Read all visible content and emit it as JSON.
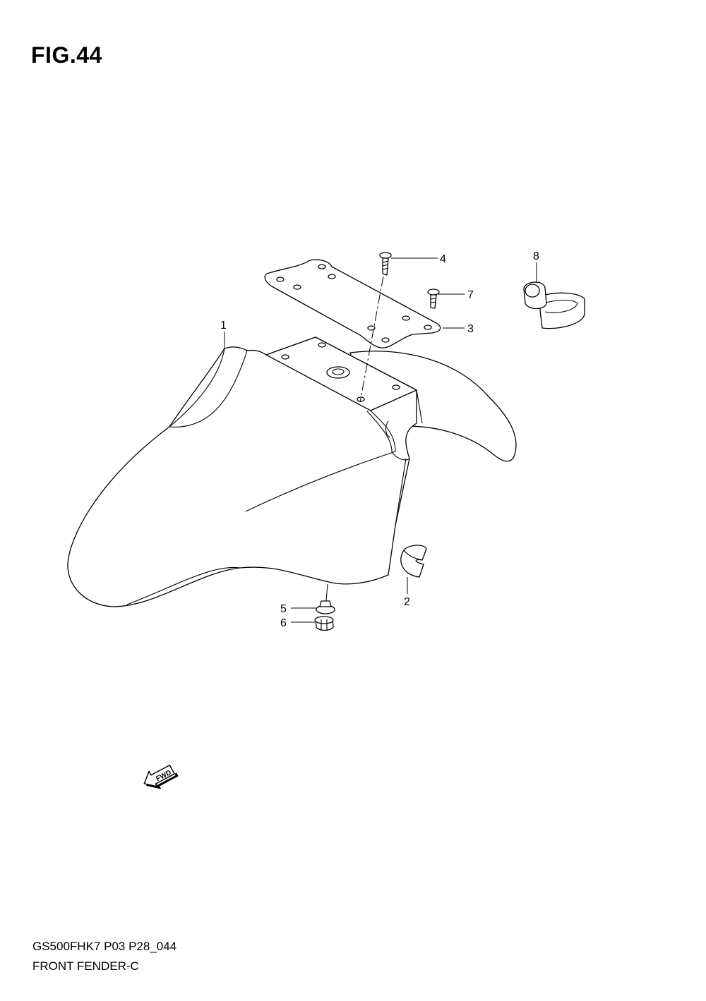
{
  "figure": {
    "title": "FIG.44",
    "code": "GS500FHK7 P03 P28_044",
    "name": "FRONT FENDER-C"
  },
  "callouts": {
    "c1": "1",
    "c2": "2",
    "c3": "3",
    "c4": "4",
    "c5": "5",
    "c6": "6",
    "c7": "7",
    "c8": "8"
  },
  "fwd_arrow": {
    "label": "FWD",
    "icon": "fwd-arrow-icon"
  }
}
